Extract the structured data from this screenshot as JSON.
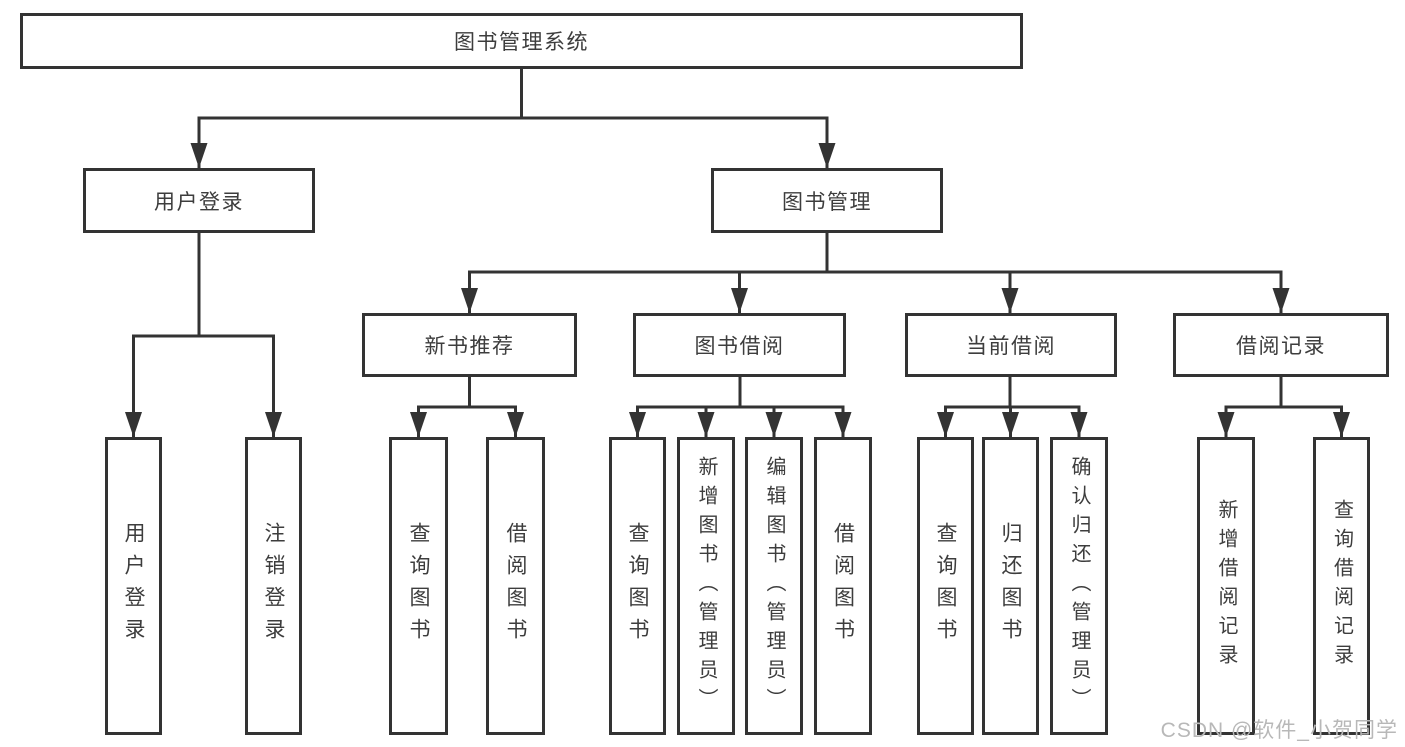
{
  "diagram_title": "图书管理系统",
  "tree": {
    "label": "图书管理系统",
    "children": [
      {
        "label": "用户登录",
        "children": [
          {
            "label": "用户登录"
          },
          {
            "label": "注销登录"
          }
        ]
      },
      {
        "label": "图书管理",
        "children": [
          {
            "label": "新书推荐",
            "children": [
              {
                "label": "查询图书"
              },
              {
                "label": "借阅图书"
              }
            ]
          },
          {
            "label": "图书借阅",
            "children": [
              {
                "label": "查询图书"
              },
              {
                "label": "新增图书（管理员）"
              },
              {
                "label": "编辑图书（管理员）"
              },
              {
                "label": "借阅图书"
              }
            ]
          },
          {
            "label": "当前借阅",
            "children": [
              {
                "label": "查询图书"
              },
              {
                "label": "归还图书"
              },
              {
                "label": "确认归还（管理员）"
              }
            ]
          },
          {
            "label": "借阅记录",
            "children": [
              {
                "label": "新增借阅记录"
              },
              {
                "label": "查询借阅记录"
              }
            ]
          }
        ]
      }
    ]
  },
  "watermark": "CSDN @软件_小贺同学",
  "colors": {
    "line": "#333333",
    "box_border": "#333333",
    "box_background": "#ffffff",
    "text": "#3d3d3d",
    "watermark": "#b8b8b8",
    "background": "#ffffff"
  }
}
